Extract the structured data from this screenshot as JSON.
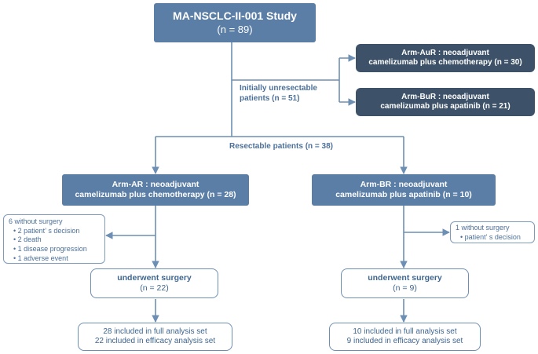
{
  "study": {
    "title": "MA-NSCLC-II-001 Study",
    "n": "(n = 89)"
  },
  "unresectable_label": [
    "Initially unresectable",
    "patients (n = 51)"
  ],
  "resectable_label": "Resectable patients (n = 38)",
  "arm_aur": {
    "line1": "Arm-AuR : neoadjuvant",
    "line2": "camelizumab plus chemotherapy (n = 30)"
  },
  "arm_bur": {
    "line1": "Arm-BuR : neoadjuvant",
    "line2": "camelizumab plus apatinib  (n = 21)"
  },
  "arm_ar": {
    "line1": "Arm-AR : neoadjuvant",
    "line2": "camelizumab plus chemotherapy (n = 28)"
  },
  "arm_br": {
    "line1": "Arm-BR : neoadjuvant",
    "line2": "camelizumab plus apatinib  (n = 10)"
  },
  "left_exclusion": {
    "head": "6 without surgery",
    "items": [
      "• 2 patient’ s decision",
      "• 2 death",
      "• 1 disease progression",
      "• 1 adverse event"
    ]
  },
  "right_exclusion": {
    "head": "1 without surgery",
    "items": [
      "• patient’ s decision"
    ]
  },
  "left_surgery": {
    "line1": "underwent surgery",
    "line2": "(n = 22)"
  },
  "right_surgery": {
    "line1": "underwent surgery",
    "line2": "(n = 9)"
  },
  "left_analysis": {
    "line1": "28 included in full analysis set",
    "line2": "22 included in efficacy analysis set"
  },
  "right_analysis": {
    "line1": "10 included in full analysis set",
    "line2": "9 included in efficacy analysis set"
  }
}
